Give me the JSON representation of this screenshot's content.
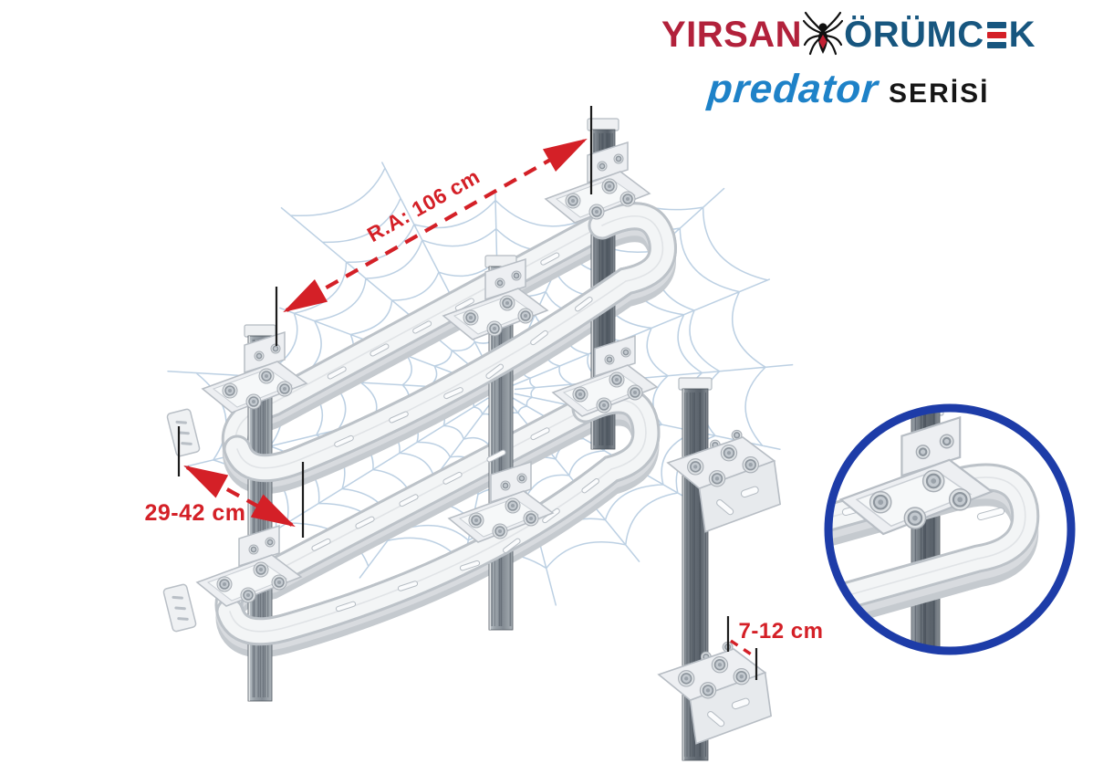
{
  "brand": {
    "word1": "YIRSAN",
    "word2_pre": "ÖRÜMC",
    "word2_post": "K",
    "series_name": "predator",
    "series_suffix": "SERİSİ"
  },
  "annotations": {
    "rail_length_label": "R.A: 106 cm",
    "post_spacing_label": "29-42 cm",
    "wall_gap_label": "7-12 cm"
  },
  "colors": {
    "dimension_red": "#d42027",
    "logo_red": "#b2213b",
    "logo_blue": "#17567f",
    "predator_blue": "#1e82c8",
    "series_black": "#161616",
    "web_blue": "#b0c8de",
    "detail_ring_blue": "#1d3ca8",
    "steel_light": "#f3f5f6",
    "steel_outline": "#bcc2c8"
  }
}
